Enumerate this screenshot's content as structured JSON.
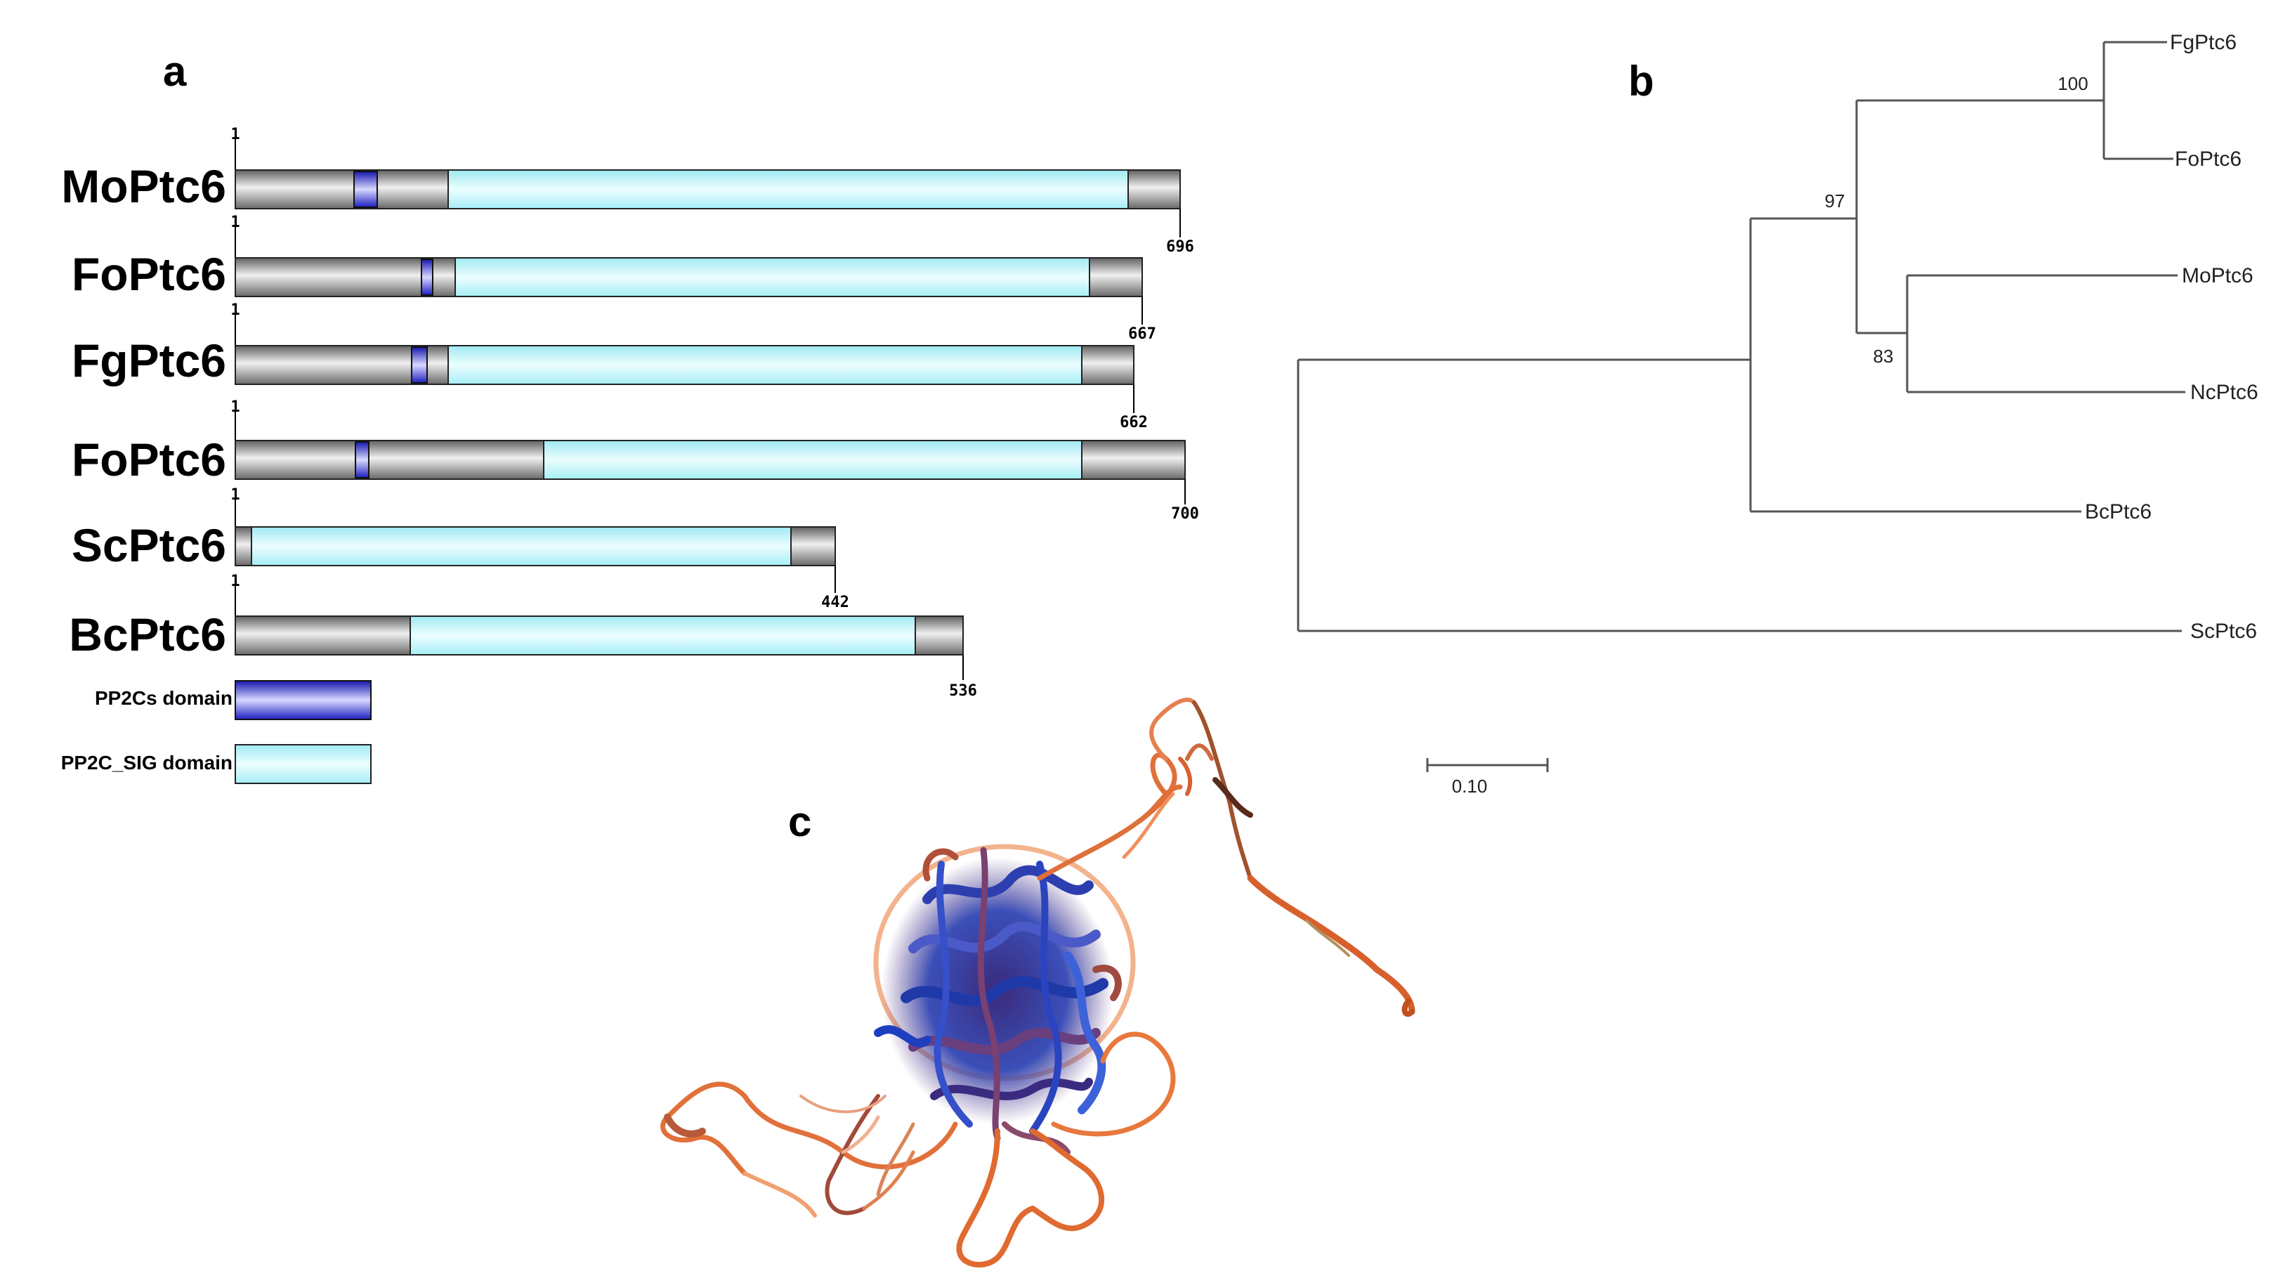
{
  "panels": {
    "a": "a",
    "b": "b",
    "c": "c"
  },
  "colors": {
    "pp2cs": "#3434e0",
    "pp2c_sig": "#bff8ff",
    "backbone": "#a8a8a8",
    "tree_line": "#555555"
  },
  "domain_architecture": {
    "start_label": "1",
    "proteins": [
      {
        "name": "MoPtc6",
        "length_label": "696"
      },
      {
        "name": "FoPtc6",
        "length_label": "667"
      },
      {
        "name": "FgPtc6",
        "length_label": "662"
      },
      {
        "name": "FoPtc6",
        "length_label": "700"
      },
      {
        "name": "ScPtc6",
        "length_label": "442"
      },
      {
        "name": "BcPtc6",
        "length_label": "536"
      }
    ],
    "legend": [
      {
        "label": "PP2Cs domain",
        "color_key": "pp2cs"
      },
      {
        "label": "PP2C_SIG domain",
        "color_key": "pp2c_sig"
      }
    ]
  },
  "phylogeny": {
    "taxa": [
      "FgPtc6",
      "FoPtc6",
      "MoPtc6",
      "NcPtc6",
      "BcPtc6",
      "ScPtc6"
    ],
    "bootstrap": [
      "100",
      "97",
      "83"
    ],
    "scale_label": "0.10"
  },
  "structure": {
    "icon": "protein-3d-ribbon-structure"
  }
}
